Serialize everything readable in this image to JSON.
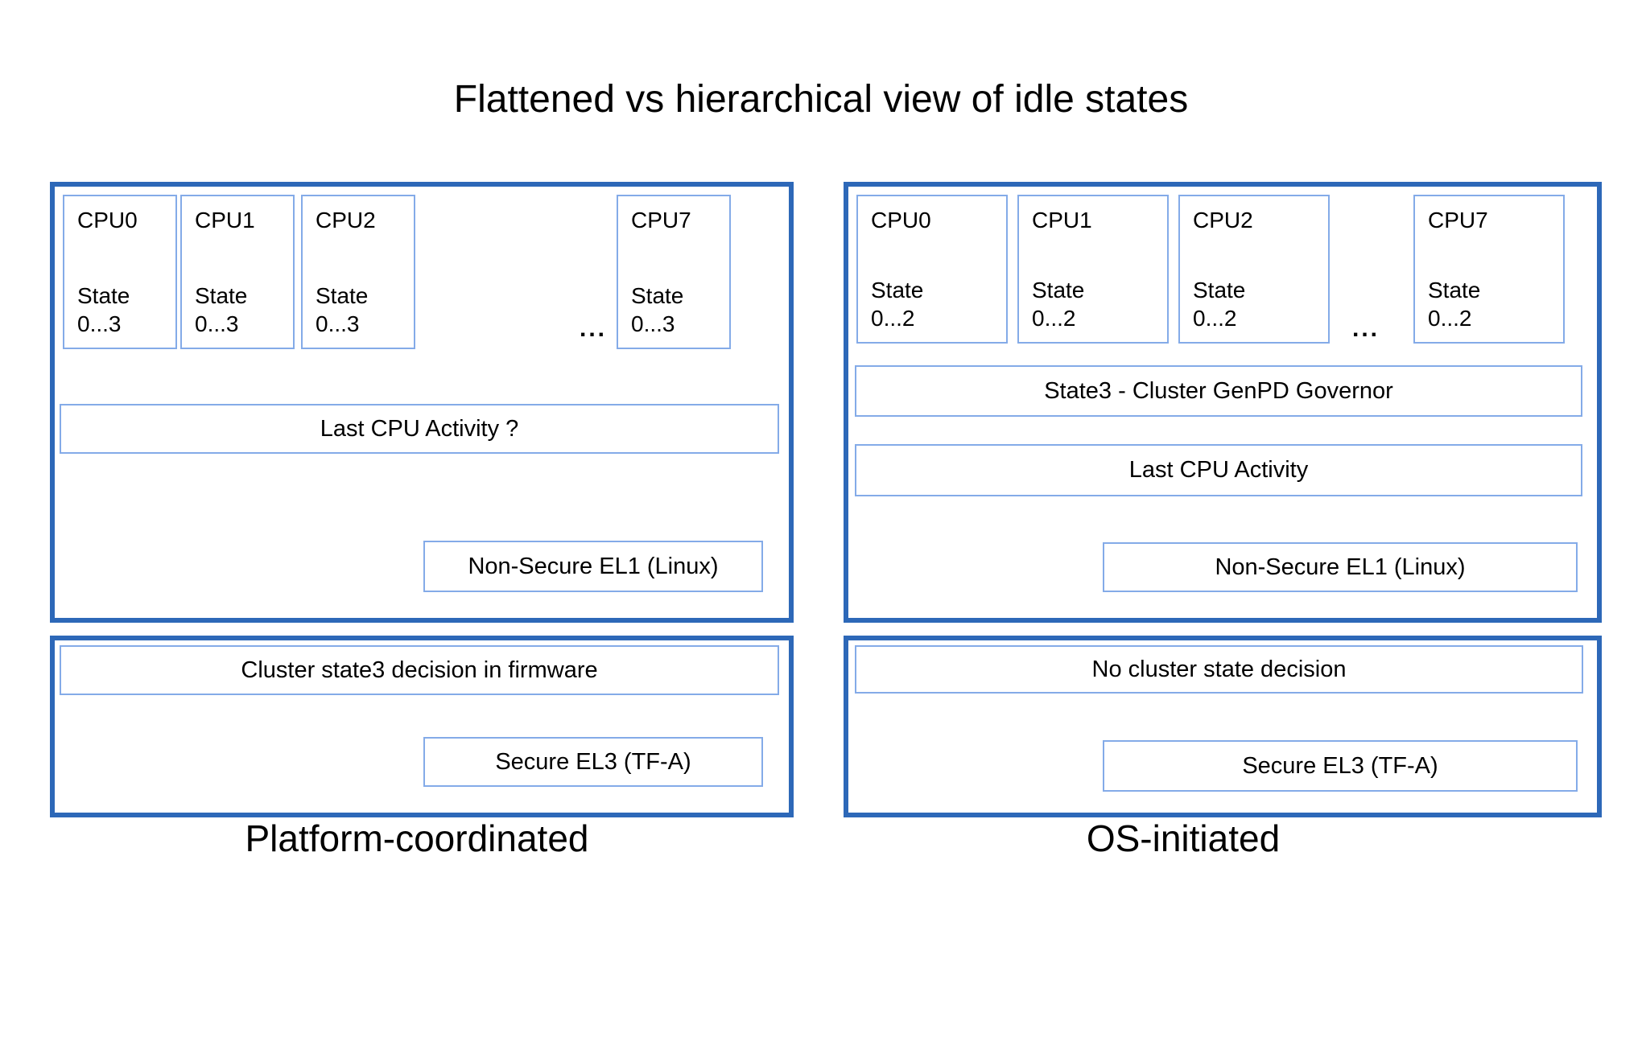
{
  "title": "Flattened vs hierarchical view of idle states",
  "colors": {
    "panel_border": "#2d68b8",
    "box_border": "#84abe8",
    "background": "#ffffff",
    "text": "#000000"
  },
  "left": {
    "caption": "Platform-coordinated",
    "ellipsis": "...",
    "cpus": [
      {
        "label": "CPU0",
        "state": "State",
        "range": "0...3"
      },
      {
        "label": "CPU1",
        "state": "State",
        "range": "0...3"
      },
      {
        "label": "CPU2",
        "state": "State",
        "range": "0...3"
      },
      {
        "label": "CPU7",
        "state": "State",
        "range": "0...3"
      }
    ],
    "last_cpu_activity": "Last CPU Activity ?",
    "non_secure_el1": "Non-Secure EL1 (Linux)",
    "cluster_decision": "Cluster state3 decision in firmware",
    "secure_el3": "Secure EL3 (TF-A)"
  },
  "right": {
    "caption": "OS-initiated",
    "ellipsis": "...",
    "cpus": [
      {
        "label": "CPU0",
        "state": "State",
        "range": "0...2"
      },
      {
        "label": "CPU1",
        "state": "State",
        "range": "0...2"
      },
      {
        "label": "CPU2",
        "state": "State",
        "range": "0...2"
      },
      {
        "label": "CPU7",
        "state": "State",
        "range": "0...2"
      }
    ],
    "genpd_governor": "State3 - Cluster GenPD Governor",
    "last_cpu_activity": "Last CPU Activity",
    "non_secure_el1": "Non-Secure EL1 (Linux)",
    "no_cluster_decision": "No cluster state decision",
    "secure_el3": "Secure EL3 (TF-A)"
  }
}
